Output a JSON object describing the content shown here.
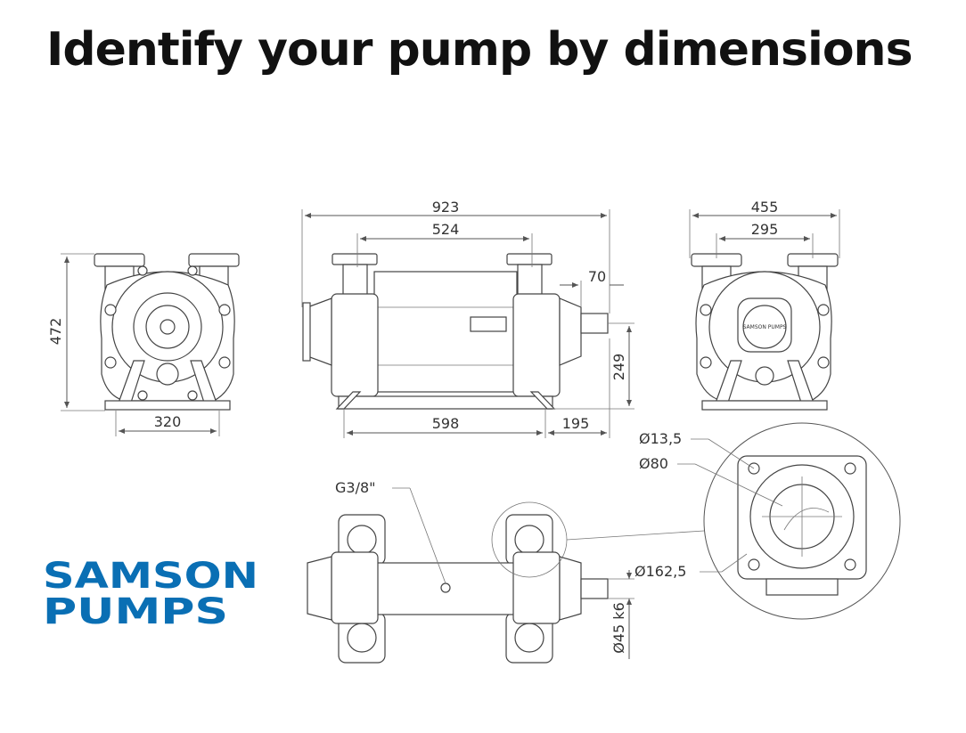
{
  "title": "Identify your pump by dimensions",
  "logo": {
    "line1": "SAMSON",
    "line2": "PUMPS",
    "color": "#0a6fb4"
  },
  "dimensions": {
    "front_height": "472",
    "front_width": "320",
    "side_overall": "923",
    "side_flange_spacing": "524",
    "side_shaft_offset": "70",
    "side_shaft_height": "249",
    "side_base": "598",
    "side_shaft_length": "195",
    "rear_overall": "455",
    "rear_flange_spacing": "295",
    "top_thread": "G3/8\"",
    "flange_hole": "Ø13,5",
    "flange_bore": "Ø80",
    "flange_pcd": "Ø162,5",
    "shaft": "Ø45 k6"
  },
  "nameplate": "SAMSON PUMPS"
}
